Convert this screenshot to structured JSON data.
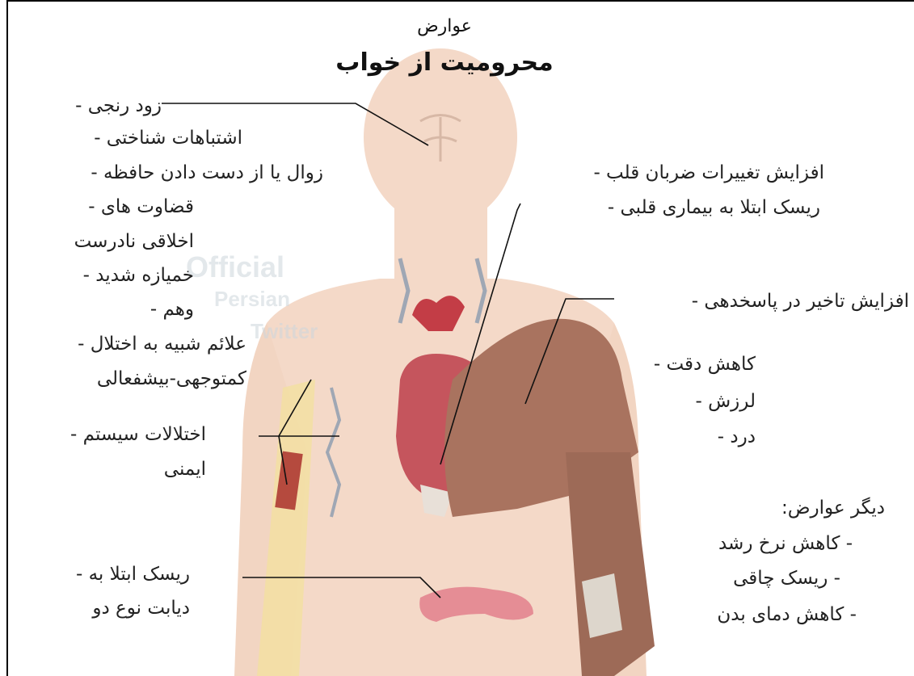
{
  "title": {
    "subtitle": "عوارض",
    "main": "محرومیت از خواب"
  },
  "watermark": {
    "line1": "Official",
    "line2": "Persian",
    "line3": "Twitter"
  },
  "left_labels": [
    "زود رنجی -",
    "اشتباهات شناختی -",
    "زوال یا از دست دادن حافظه -",
    "قضاوت های -",
    "اخلاقی نادرست",
    "خمیازه شدید -",
    "وهم -",
    "علائم شبیه به اختلال -",
    "کمتوجهی-بیشفعالی",
    "اختلالات سیستم -",
    "ایمنی",
    "ریسک ابتلا به -",
    "دیابت نوع دو"
  ],
  "right_labels": [
    "افزایش تغییرات ضربان قلب -",
    "ریسک ابتلا به بیماری قلبی -",
    "افزایش تاخیر در پاسخدهی -",
    "کاهش دقت -",
    "لرزش -",
    "درد -"
  ],
  "other_effects": {
    "heading": "دیگر عوارض:",
    "items": [
      "- کاهش نرخ رشد",
      "- ریسک چاقی",
      "- کاهش دمای بدن"
    ]
  },
  "colors": {
    "skin": "#f6dccb",
    "skin_dark": "#efc9b4",
    "muscle": "#b07a63",
    "heart": "#c84a52",
    "line": "#111111"
  }
}
